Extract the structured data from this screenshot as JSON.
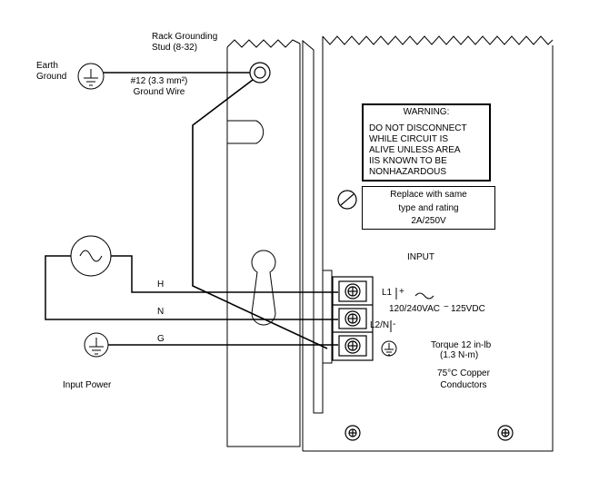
{
  "labels": {
    "earth_ground": [
      "Earth",
      "Ground"
    ],
    "rack_stud": [
      "Rack Grounding",
      "Stud (8-32)"
    ],
    "ground_wire": [
      "#12 (3.3 mm²)",
      "Ground Wire"
    ],
    "warning_title": "WARNING:",
    "warning_lines": [
      "DO NOT DISCONNECT",
      "WHILE CIRCUIT IS",
      "ALIVE UNLESS AREA",
      "IIS KNOWN TO BE",
      "NONHAZARDOUS"
    ],
    "fuse_lines": [
      "Replace with same",
      "type and rating",
      "2A/250V"
    ],
    "input": "INPUT",
    "wire_h": "H",
    "wire_n": "N",
    "wire_g": "G",
    "term_l1": "L1",
    "term_l2n": "L2/N",
    "plus": "+",
    "minus": "-",
    "voltage_ac": "120/240VAC",
    "tilde": "~",
    "voltage_dc": "125VDC",
    "torque": [
      "Torque 12 in-lb",
      "(1.3 N-m)"
    ],
    "copper": [
      "75°C Copper",
      "Conductors"
    ],
    "input_power": "Input Power"
  }
}
